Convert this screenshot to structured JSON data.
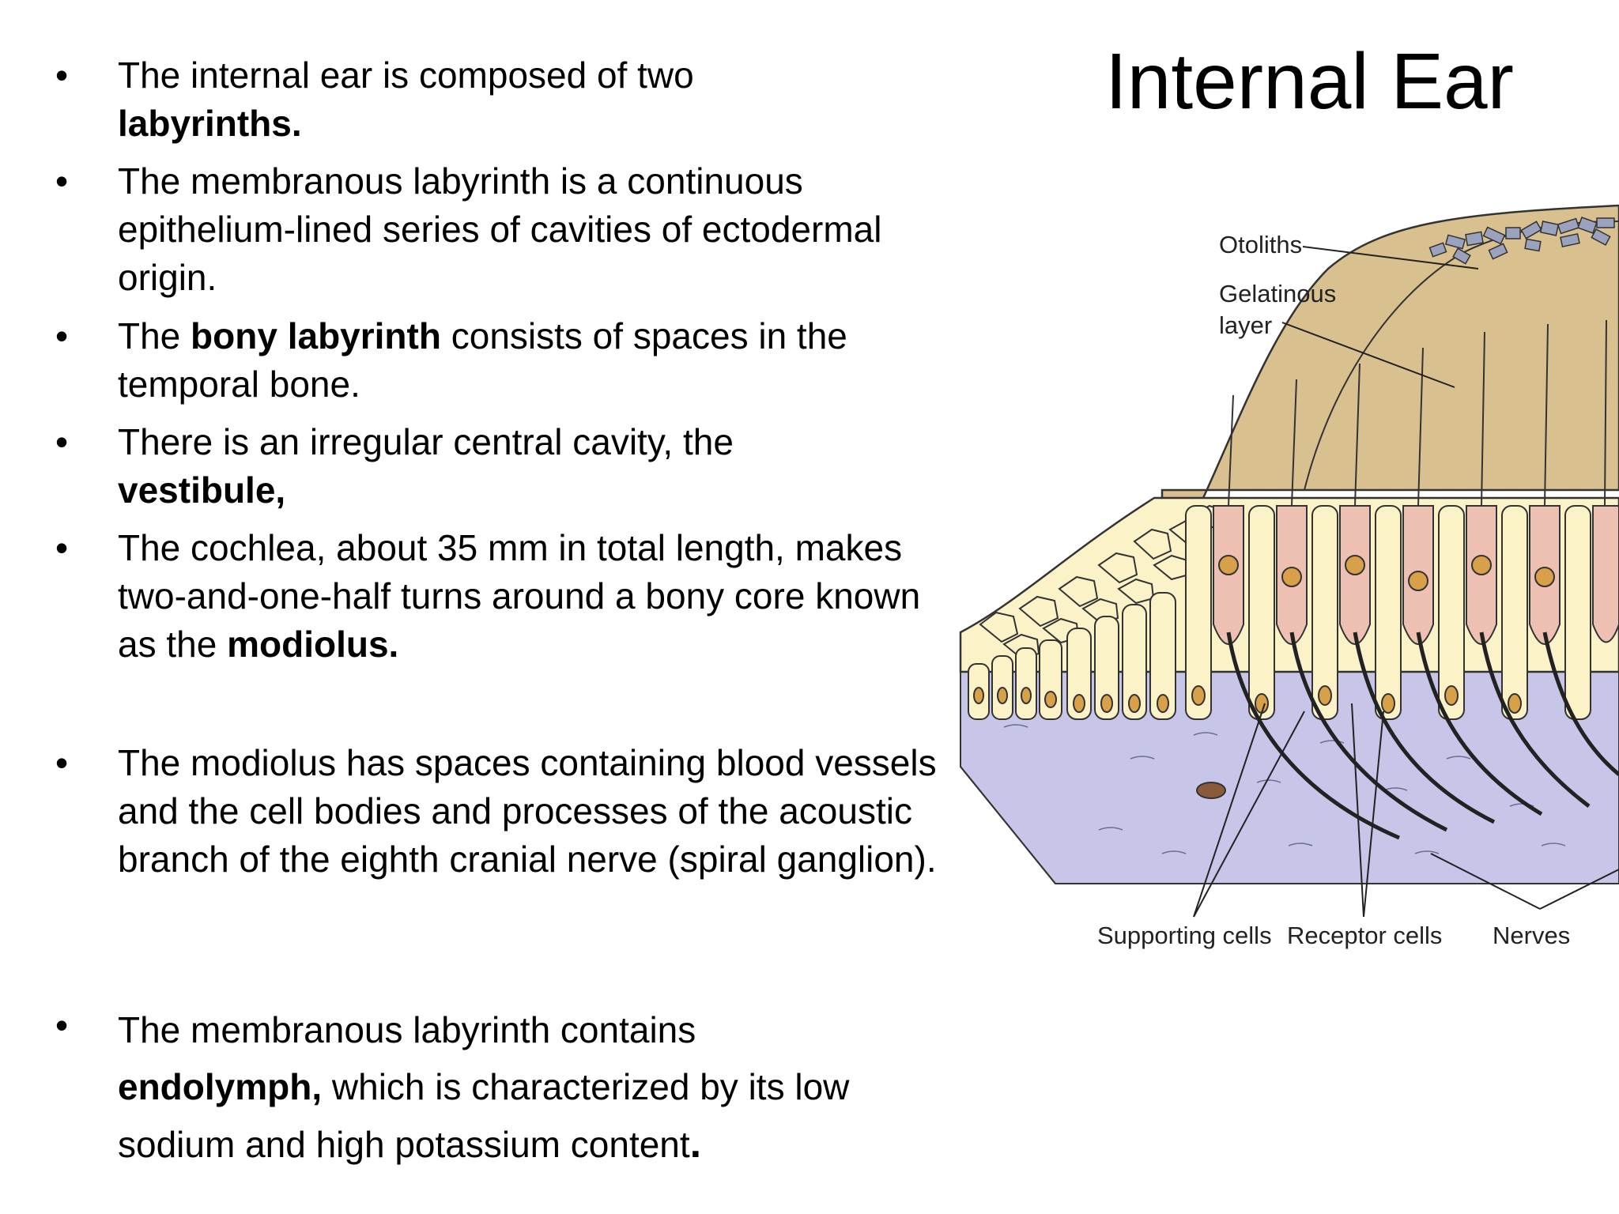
{
  "slide": {
    "title": "Internal Ear"
  },
  "bullets": [
    {
      "parts": [
        {
          "text": "The internal ear is composed of two ",
          "bold": false
        },
        {
          "text": "labyrinths.",
          "bold": true
        }
      ]
    },
    {
      "parts": [
        {
          "text": "The membranous labyrinth is a continuous epithelium-lined series of cavities of ectodermal origin.",
          "bold": false
        }
      ]
    },
    {
      "parts": [
        {
          "text": "The ",
          "bold": false
        },
        {
          "text": "bony labyrinth",
          "bold": true
        },
        {
          "text": " consists of spaces in the temporal bone.",
          "bold": false
        }
      ]
    },
    {
      "parts": [
        {
          "text": "There is an irregular central cavity, the ",
          "bold": false
        },
        {
          "text": "vestibule,",
          "bold": true
        }
      ]
    },
    {
      "parts": [
        {
          "text": "The cochlea, about 35 mm in total length, makes two-and-one-half turns around a bony core known as the ",
          "bold": false
        },
        {
          "text": "modiolus.",
          "bold": true
        }
      ]
    },
    {
      "parts": [
        {
          "text": "The modiolus has spaces containing blood vessels and the cell bodies and processes of the acoustic branch of the eighth cranial nerve (spiral ganglion).",
          "bold": false
        }
      ]
    },
    {
      "parts": [
        {
          "text": "The membranous labyrinth contains ",
          "bold": false
        },
        {
          "text": "endolymph,",
          "bold": true
        },
        {
          "text": " which is characterized by its low sodium and high potassium content",
          "bold": false
        },
        {
          "text": ".",
          "bold": true
        }
      ]
    }
  ],
  "diagram": {
    "labels": {
      "otoliths": "Otoliths",
      "gelatinous_line1": "Gelatinous",
      "gelatinous_line2": "layer",
      "supporting": "Supporting cells",
      "receptor": "Receptor cells",
      "nerves": "Nerves"
    },
    "colors": {
      "gel": "#d9c08f",
      "otolith": "#9aa2bd",
      "supporting_cell": "#fbf2c8",
      "receptor_cell": "#eec0b4",
      "basement": "#c8c6e8",
      "nerve": "#222222",
      "nucleus": "#d9a04a"
    }
  }
}
